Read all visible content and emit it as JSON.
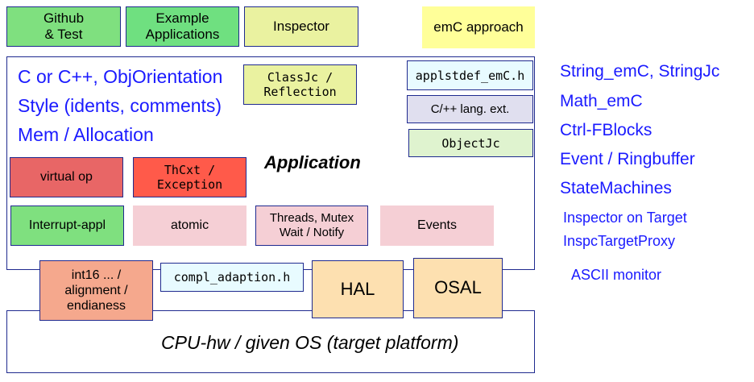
{
  "top_nav": {
    "github": "Github\n& Test",
    "example": "Example\nApplications",
    "inspector": "Inspector",
    "emc_approach": "emC approach"
  },
  "main": {
    "lines": [
      "C or C++, ObjOrientation",
      "Style (idents, comments)",
      "Mem / Allocation"
    ],
    "classjc": "ClassJc /\nReflection",
    "applstdef": "applstdef_emC.h",
    "lang_ext": "C/++ lang. ext.",
    "objectjc": "ObjectJc",
    "application": "Application",
    "virtual_op": "virtual op",
    "thcxt": "ThCxt /\nException",
    "interrupt": "Interrupt-appl",
    "atomic": "atomic",
    "threads": "Threads, Mutex\nWait / Notify",
    "events": "Events"
  },
  "adaption": {
    "int16": "int16 ... /\nalignment /\nendianess",
    "compl": "compl_adaption.h",
    "hal": "HAL",
    "osal": "OSAL"
  },
  "platform": {
    "cpu": "CPU-hw / given OS (target platform)"
  },
  "sidebar": {
    "items": [
      "String_emC, StringJc",
      "Math_emC",
      "Ctrl-FBlocks",
      "Event / Ringbuffer",
      "StateMachines",
      "Inspector on Target",
      "InspcTargetProxy",
      "ASCII monitor"
    ]
  },
  "colors": {
    "green": "#7fe07f",
    "yellow": "#eaf2a0",
    "emc_yellow": "#ffff99",
    "red": "#e86666",
    "red_orange": "#ff5a4a",
    "pink": "#f5cfd5",
    "salmon": "#f5a88d",
    "peach": "#fde0b0",
    "light_cyan": "#e8fbff",
    "lavender": "#e0dfef",
    "light_green": "#dff3cf",
    "link_blue": "#1a1aff"
  }
}
